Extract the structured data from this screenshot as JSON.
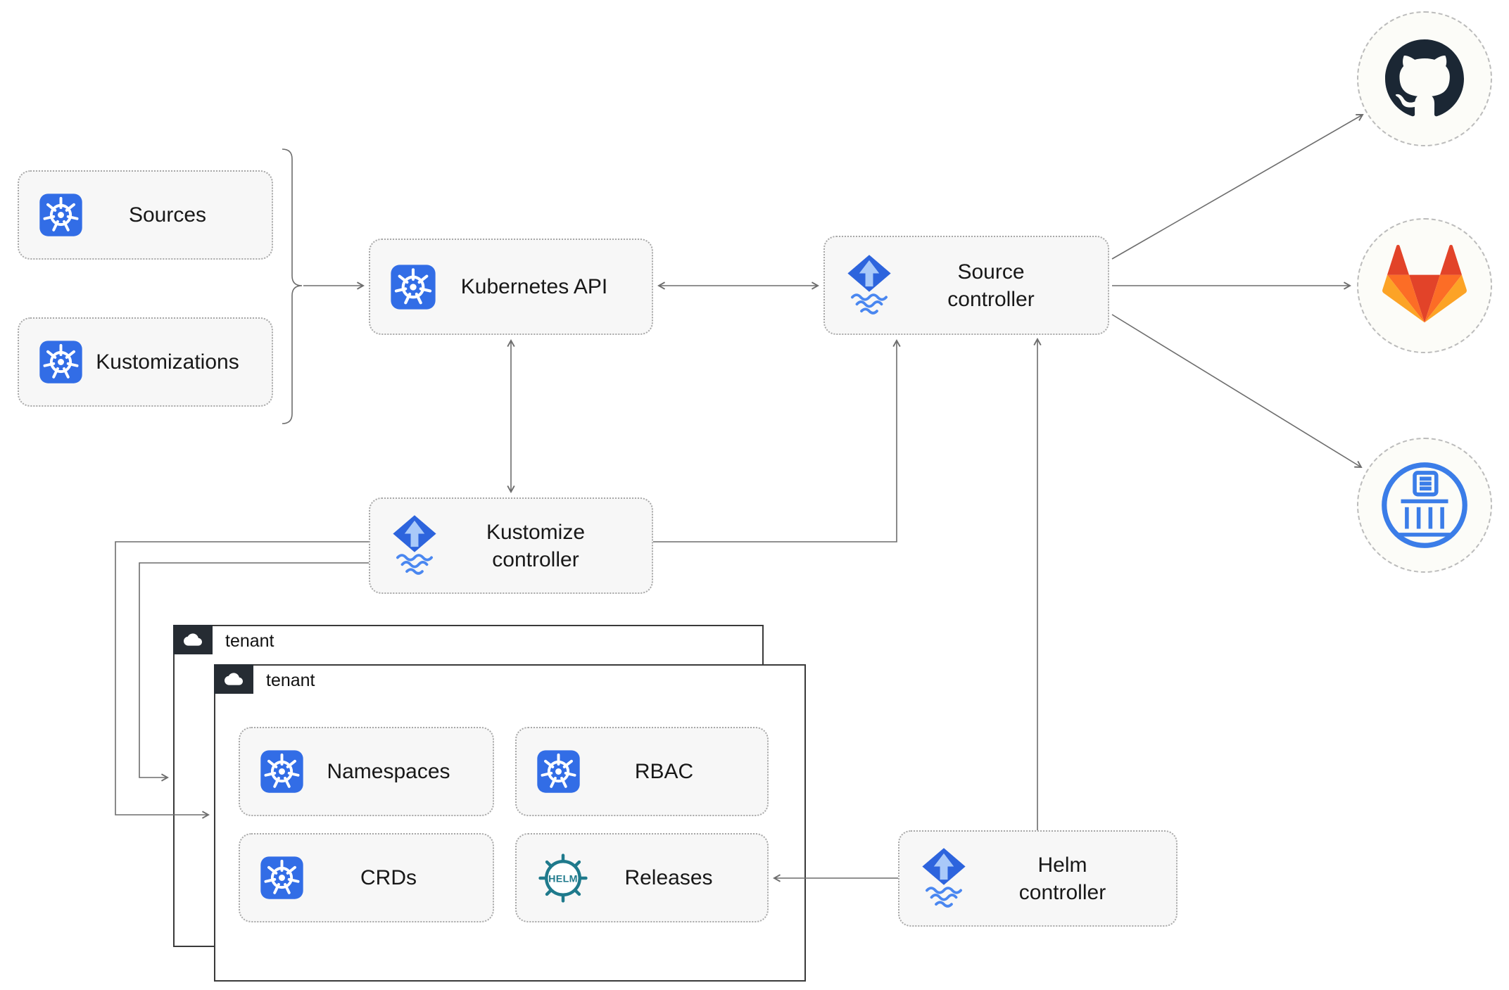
{
  "diagram": {
    "nodes": {
      "sources": {
        "label": "Sources",
        "icon": "kubernetes-icon"
      },
      "kustomizations": {
        "label": "Kustomizations",
        "icon": "kubernetes-icon"
      },
      "kubernetes_api": {
        "label": "Kubernetes API",
        "icon": "kubernetes-icon"
      },
      "source_controller": {
        "label": "Source controller",
        "icon": "flux-icon"
      },
      "kustomize_controller": {
        "label": "Kustomize controller",
        "icon": "flux-icon"
      },
      "helm_controller": {
        "label": "Helm controller",
        "icon": "flux-icon"
      },
      "namespaces": {
        "label": "Namespaces",
        "icon": "kubernetes-icon"
      },
      "rbac": {
        "label": "RBAC",
        "icon": "kubernetes-icon"
      },
      "crds": {
        "label": "CRDs",
        "icon": "kubernetes-icon"
      },
      "releases": {
        "label": "Releases",
        "icon": "helm-icon",
        "icon_text": "HELM"
      }
    },
    "containers": {
      "tenant_back": {
        "label": "tenant",
        "icon": "cloud-icon"
      },
      "tenant_front": {
        "label": "tenant",
        "icon": "cloud-icon"
      }
    },
    "endpoints": {
      "github": {
        "icon": "github-icon"
      },
      "gitlab": {
        "icon": "gitlab-icon"
      },
      "chart_repository": {
        "icon": "chartmuseum-icon"
      }
    },
    "colors": {
      "kubernetes_blue": "#326de6",
      "flux_blue": "#2d64dd",
      "flux_light_blue": "#a9c9f9",
      "helm_teal": "#1f7a8c",
      "github_dark": "#1b2734",
      "gitlab_red": "#e24329",
      "gitlab_orange": "#fc6d26",
      "gitlab_yellow": "#fca326",
      "chartmuseum_blue": "#3b7de8",
      "arrow_gray": "#6d6d6d",
      "node_background": "#f7f7f7",
      "node_border": "#a8a8a8",
      "tenant_header": "#262c33"
    }
  }
}
